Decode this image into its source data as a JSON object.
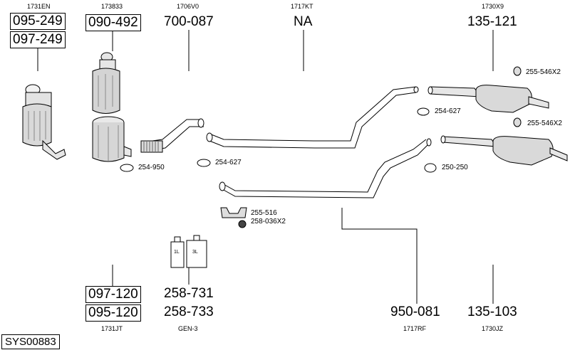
{
  "diagram": {
    "top_codes": {
      "c1731en": "1731EN",
      "c173833": "173833",
      "c1706v0": "1706V0",
      "c1717kt": "1717KT",
      "c1730x9": "1730X9"
    },
    "bottom_codes": {
      "c1731jt": "1731JT",
      "gen3": "GEN-3",
      "c1717rf": "1717RF",
      "c1730jz": "1730JZ"
    },
    "parts": {
      "p095_249": "095-249",
      "p097_249": "097-249",
      "p090_492": "090-492",
      "p700_087": "700-087",
      "na": "NA",
      "p135_121": "135-121",
      "p097_120": "097-120",
      "p095_120": "095-120",
      "p258_731": "258-731",
      "p258_733": "258-733",
      "p950_081": "950-081",
      "p135_103": "135-103"
    },
    "fittings": {
      "f255_546x2_a": "255-546X2",
      "f254_627_a": "254-627",
      "f255_546x2_b": "255-546X2",
      "f254_950": "254-950",
      "f254_627_b": "254-627",
      "f250_250": "250-250",
      "f255_516": "255-516",
      "f258_036x2": "258-036X2"
    },
    "bottle_labels": {
      "small": "1L",
      "large": "3L"
    },
    "system_ref": "SYS00883"
  }
}
